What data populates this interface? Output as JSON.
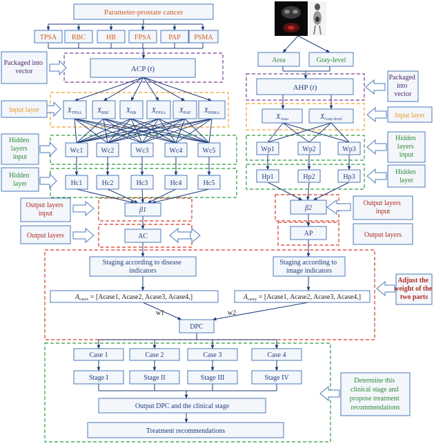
{
  "title": "Parameter-prostate cancer",
  "params": [
    "TPSA",
    "RBC",
    "HB",
    "FPSA",
    "PAP",
    "PSMA"
  ],
  "acp": {
    "label": "ACP",
    "arg": "t"
  },
  "inputs_left": [
    {
      "base": "X",
      "sub": "TPSA"
    },
    {
      "base": "X",
      "sub": "RBC"
    },
    {
      "base": "X",
      "sub": "HB"
    },
    {
      "base": "X",
      "sub": "FPSA"
    },
    {
      "base": "X",
      "sub": "PAP"
    },
    {
      "base": "X",
      "sub": "PSMA"
    }
  ],
  "wc": [
    "Wc1",
    "Wc2",
    "Wc3",
    "Wc4",
    "Wc5"
  ],
  "hc": [
    "Hc1",
    "Hc2",
    "Hc3",
    "Hc4",
    "Hc5"
  ],
  "beta1": "β1",
  "ac": "AC",
  "img_inputs": [
    "Area",
    "Gray-level"
  ],
  "ahp": {
    "label": "AHP",
    "arg": "t"
  },
  "inputs_right": [
    {
      "base": "X",
      "sub": "Area"
    },
    {
      "base": "X",
      "sub": "Gray-level"
    }
  ],
  "wp": [
    "Wp1",
    "Wp2",
    "Wp3"
  ],
  "hp": [
    "Hp1",
    "Hp2",
    "Hp3"
  ],
  "beta2": "β2",
  "ap": "AP",
  "side_labels": {
    "packaged": [
      "Packaged into",
      "vector"
    ],
    "packaged_r": [
      "Packaged",
      "into",
      "vector"
    ],
    "input_layer": "Input layer",
    "hidden_input": [
      "Hidden",
      "layers",
      "input"
    ],
    "hidden_layer": [
      "Hidden",
      "layer"
    ],
    "output_input": [
      "Output layers",
      "input"
    ],
    "output_layers": "Output layers",
    "adjust": [
      "Adjust the",
      "weight of the",
      "two parts"
    ],
    "determine": [
      "Determine this",
      "clinical stage and",
      "propose treatment",
      "recommendations"
    ]
  },
  "staging_left": [
    "Staging according to disease",
    "indicators"
  ],
  "staging_right": [
    "Staging according to",
    "image indicators"
  ],
  "formula_left": {
    "lhs": "A",
    "lhs_sub": "casex",
    "rhs": "= [Acase1, Acase2, Acase3, Acase4,]"
  },
  "formula_right": {
    "lhs": "A",
    "lhs_sub": "casey",
    "rhs": "= [Acase1, Acase2, Acase3, Acase4,]"
  },
  "weights": [
    "w1",
    "w2"
  ],
  "dpc": "DPC",
  "cases": [
    "Case 1",
    "Case 2",
    "Case 3",
    "Case 4"
  ],
  "stages": [
    "Stage I",
    "Stage II",
    "Stage III",
    "Stage IV"
  ],
  "output": "Output DPC and the clinical stage",
  "treatment": "Treatment recommendations"
}
